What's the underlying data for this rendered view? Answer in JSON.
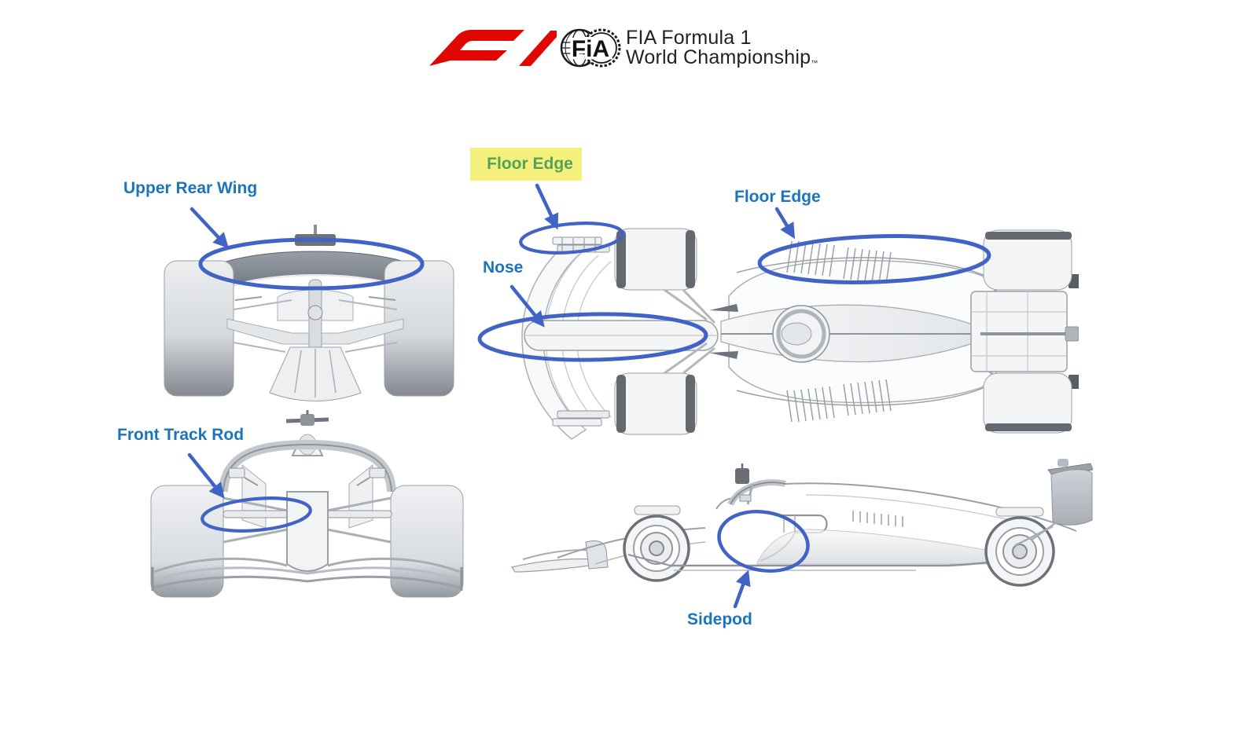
{
  "header": {
    "f1_logo": "f1-logo",
    "fia_monogram": "FiA",
    "title_line1": "FIA Formula 1",
    "title_line2": "World Championship",
    "trademark": "™"
  },
  "annotations": {
    "upper_rear_wing": {
      "label": "Upper Rear Wing",
      "style": "blue-text-arrow-ellipse"
    },
    "floor_edge_top": {
      "label": "Floor Edge",
      "style": "green-text-yellow-highlight-arrow-ellipse"
    },
    "nose": {
      "label": "Nose",
      "style": "blue-text-arrow-ellipse"
    },
    "floor_edge_right": {
      "label": "Floor Edge",
      "style": "blue-text-arrow-ellipse"
    },
    "front_track_rod": {
      "label": "Front Track Rod",
      "style": "blue-text-arrow-ellipse"
    },
    "sidepod": {
      "label": "Sidepod",
      "style": "blue-text-arrow-ellipse"
    }
  },
  "figure": {
    "subject": "FIA Formula 1 car technical line drawings (grayscale) with circled components",
    "views": [
      {
        "id": "rear-view",
        "description": "Rear view of F1 car",
        "highlighted_parts": [
          "Upper Rear Wing"
        ]
      },
      {
        "id": "top-view",
        "description": "Top (plan) view of F1 car",
        "highlighted_parts": [
          "Floor Edge",
          "Nose",
          "Floor Edge"
        ]
      },
      {
        "id": "front-view",
        "description": "Front view of F1 car",
        "highlighted_parts": [
          "Front Track Rod"
        ]
      },
      {
        "id": "side-view",
        "description": "Side view of F1 car",
        "highlighted_parts": [
          "Sidepod"
        ]
      }
    ]
  },
  "colors": {
    "f1_red": "#e10600",
    "label_blue": "#1b75bc",
    "annotation_blue": "#4063c5",
    "highlight_yellow": "#f3f07c",
    "highlight_green": "#57a05b",
    "brand_dark": "#212129"
  }
}
